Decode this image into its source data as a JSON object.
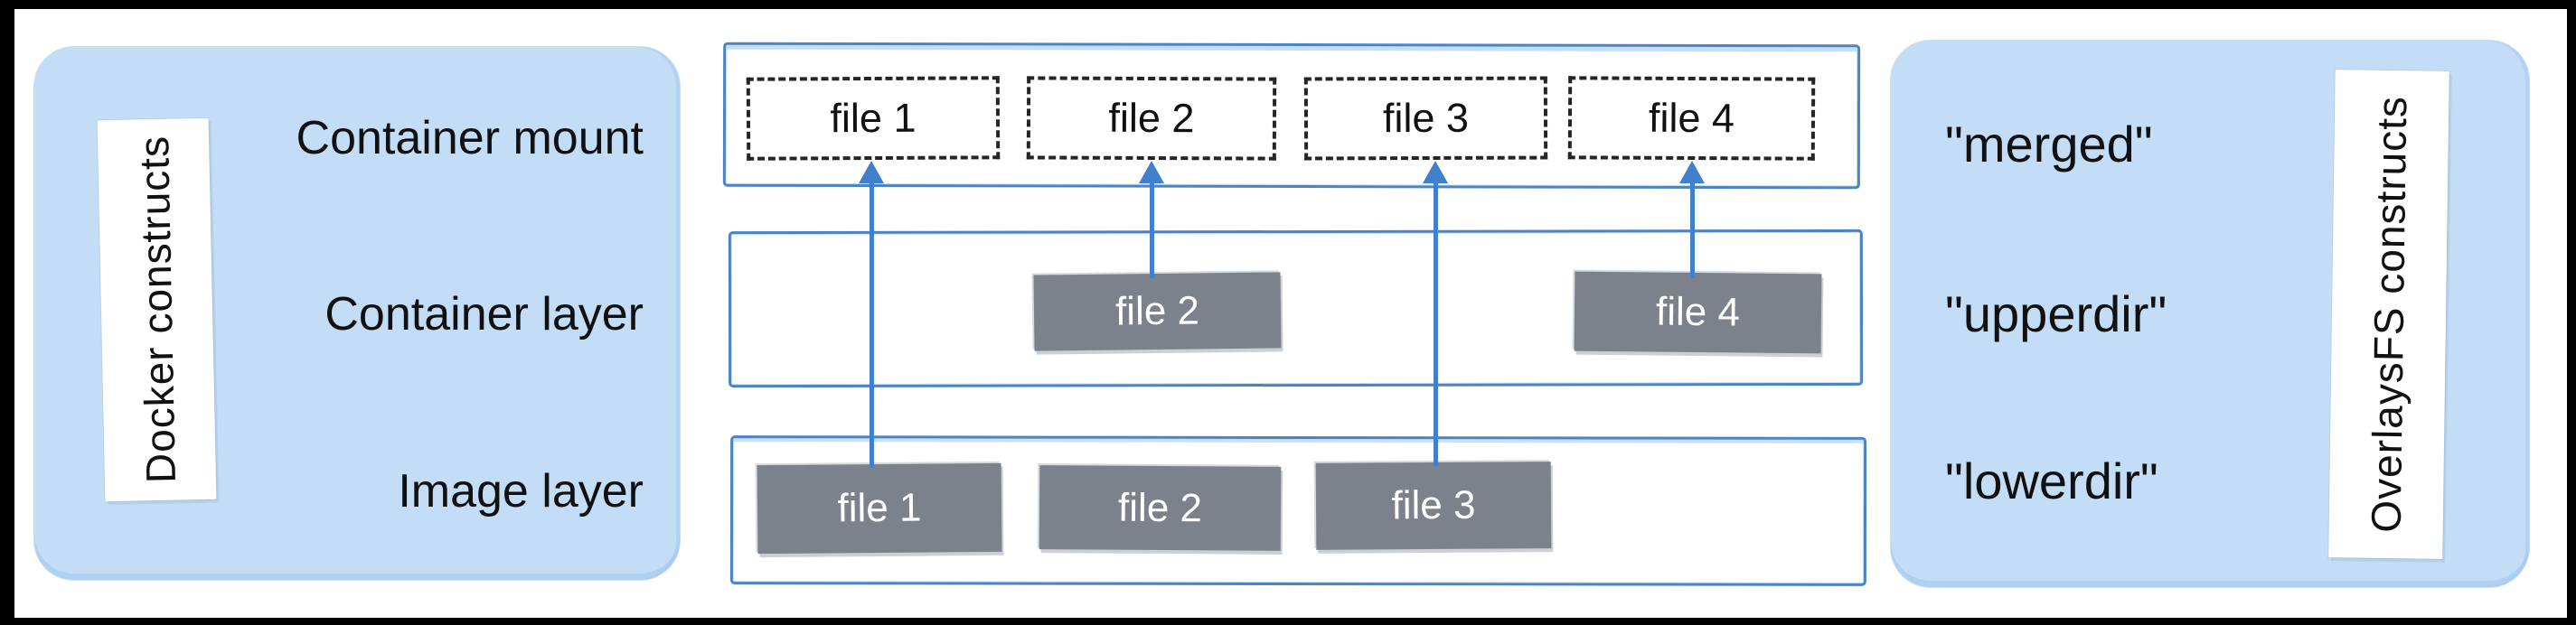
{
  "colors": {
    "panel_blue": "#c3ddf6",
    "box_border_blue": "#4a84c4",
    "arrow_blue": "#4080cc",
    "file_gray": "#7b828b",
    "text_black": "#111111",
    "frame_black": "#000000"
  },
  "left_panel": {
    "vertical_label": "Docker constructs",
    "row_labels": [
      "Container mount",
      "Container layer",
      "Image layer"
    ]
  },
  "right_panel": {
    "vertical_label": "OverlaysFS constructs",
    "row_labels": [
      "\"merged\"",
      "\"upperdir\"",
      "\"lowerdir\""
    ]
  },
  "container_mount": {
    "files": [
      "file 1",
      "file 2",
      "file 3",
      "file 4"
    ]
  },
  "container_layer": {
    "files": [
      "file 2",
      "file 4"
    ]
  },
  "image_layer": {
    "files": [
      "file 1",
      "file 2",
      "file 3"
    ]
  }
}
